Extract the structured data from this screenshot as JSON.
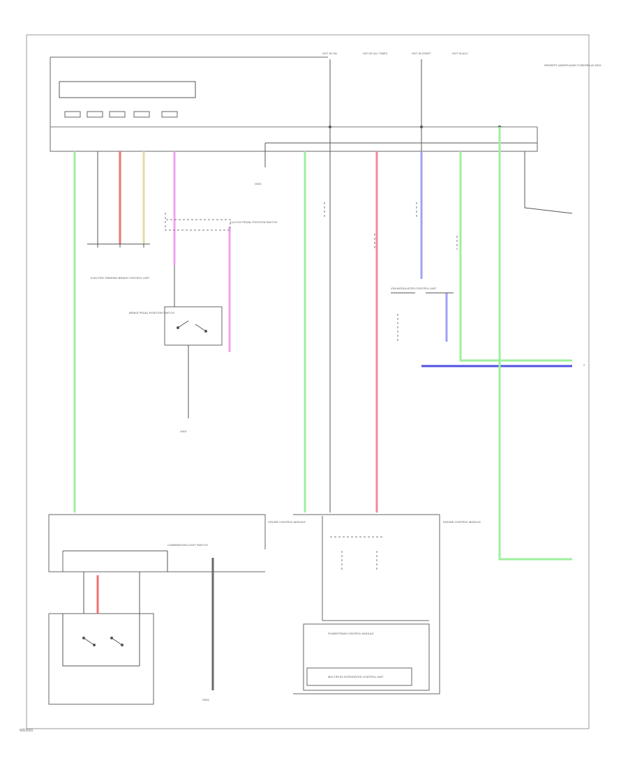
{
  "diagram": {
    "page_id": "WD2501",
    "labels": {
      "hot_run": "HOT IN ON",
      "always_hot": "HOT AT ALL TIMES",
      "hot_start": "HOT IN START",
      "hot_acc": "HOT IN ACC",
      "junction": "DRIVER'S UNDER-DASH FUSE/RELAY BOX",
      "ground_left": "G401",
      "ground_mid": "G502",
      "ground_fuse": "G501",
      "epb_unit": "ELECTRIC PARKING BRAKE CONTROL UNIT",
      "clutch_pedal": "CLUTCH PEDAL POSITION SWITCH",
      "brake_switch": "BRAKE PEDAL POSITION SWITCH",
      "ecm": "ENGINE CONTROL MODULE",
      "pcm": "POWERTRAIN CONTROL MODULE",
      "combination_switch": "COMBINATION LIGHT SWITCH",
      "cruise_module": "CRUISE CONTROL MODULE",
      "vsa_modulator": "VSA MODULATOR-CONTROL UNIT",
      "multiplex": "MULTIPLEX INTEGRATED CONTROL UNIT",
      "to_next": "2"
    }
  }
}
